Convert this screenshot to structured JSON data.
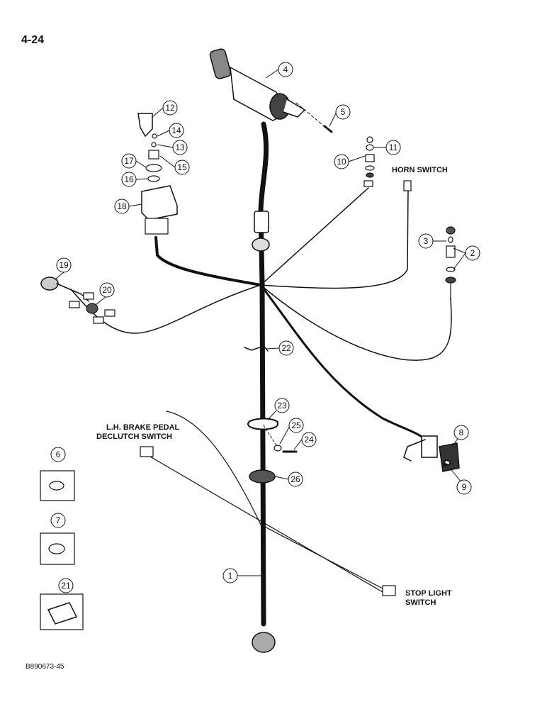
{
  "page_number": "4-24",
  "figure_id": "B890673-45",
  "labels": {
    "horn_switch": "HORN SWITCH",
    "brake_pedal_line1": "L.H. BRAKE PEDAL",
    "brake_pedal_line2": "DECLUTCH SWITCH",
    "stop_light_line1": "STOP LIGHT",
    "stop_light_line2": "SWITCH"
  },
  "callouts": [
    "1",
    "2",
    "3",
    "4",
    "5",
    "6",
    "7",
    "8",
    "9",
    "10",
    "11",
    "12",
    "13",
    "14",
    "15",
    "16",
    "17",
    "18",
    "19",
    "20",
    "21",
    "22",
    "23",
    "24",
    "25",
    "26"
  ]
}
